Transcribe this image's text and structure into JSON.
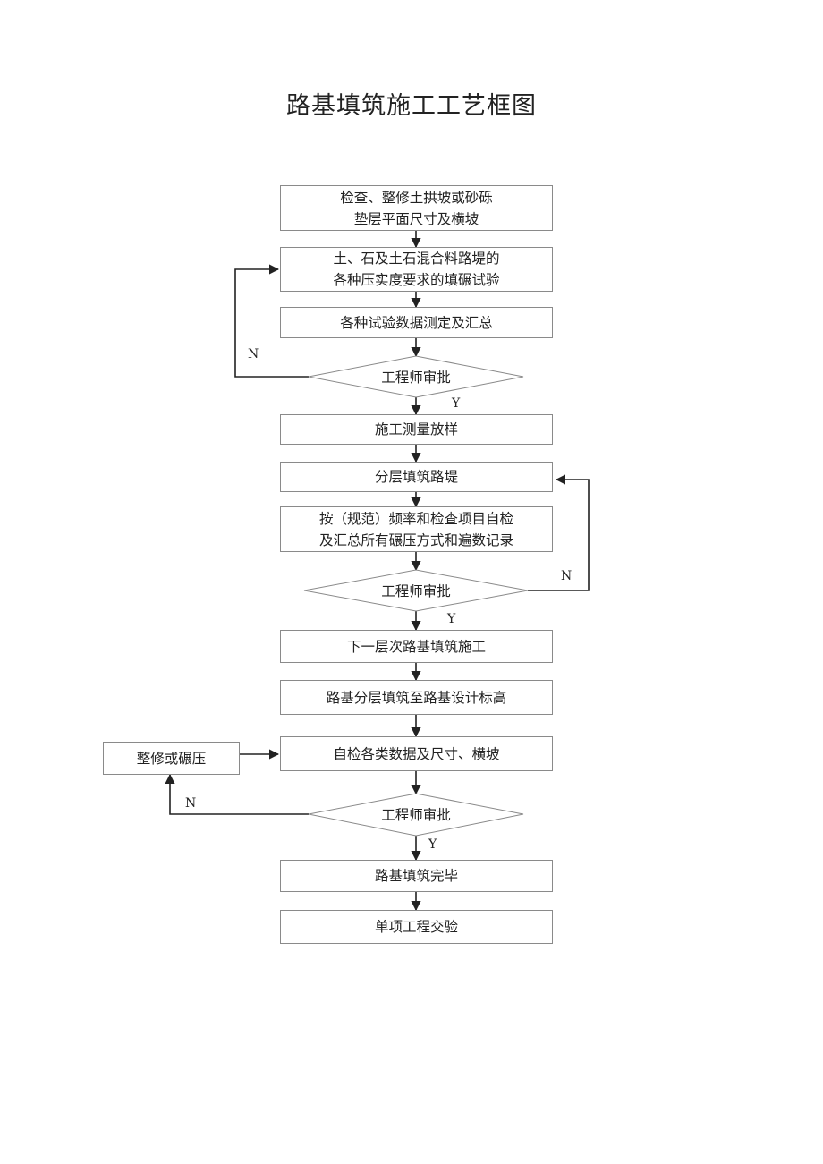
{
  "title": "路基填筑施工工艺框图",
  "nodes": {
    "step1": "检查、整修土拱坡或砂砾\n垫层平面尺寸及横坡",
    "step2": "土、石及土石混合料路堤的\n各种压实度要求的填碾试验",
    "step3": "各种试验数据测定及汇总",
    "decision1": "工程师审批",
    "step4": "施工测量放样",
    "step5": "分层填筑路堤",
    "step6": "按（规范）频率和检查项目自检\n及汇总所有碾压方式和遍数记录",
    "decision2": "工程师审批",
    "step7": "下一层次路基填筑施工",
    "step8": "路基分层填筑至路基设计标高",
    "step9": "自检各类数据及尺寸、横坡",
    "rework": "整修或碾压",
    "decision3": "工程师审批",
    "step10": "路基填筑完毕",
    "step11": "单项工程交验"
  },
  "branch_labels": {
    "d1_no": "N",
    "d1_yes": "Y",
    "d2_no": "N",
    "d2_yes": "Y",
    "d3_no": "N",
    "d3_yes": "Y"
  }
}
